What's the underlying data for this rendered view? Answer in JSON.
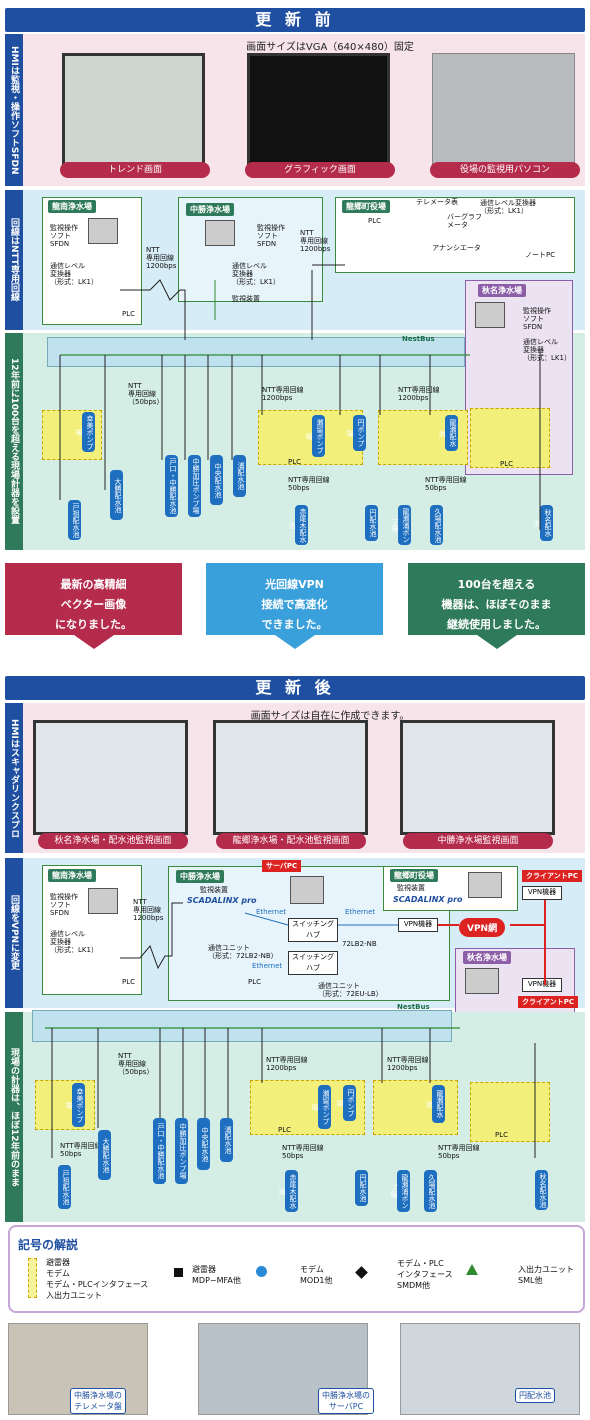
{
  "before": {
    "banner": "更 新 前",
    "hmi_side": "HMIは監視・操作ソフトSFDN",
    "screen_note": "画面サイズはVGA（640×480）固定",
    "captions": [
      "トレンド画面",
      "グラフィック画面",
      "役場の監視用パソコン"
    ],
    "line_side": "回線はNTT専用回線",
    "field_side": "12年前に100台を超える現場計器を設置",
    "stations": {
      "ryunan": {
        "title": "龍南浄水場",
        "sw": "監視操作\nソフト\nSFDN",
        "conv": "通信レベル\n変換器\n（形式：LK1）",
        "plc": "PLC"
      },
      "nakakachi": {
        "title": "中勝浄水場",
        "sw": "監視操作\nソフト\nSFDN",
        "conv": "通信レベル\n変換器\n（形式：LK1）",
        "mon": "監視装置"
      },
      "ntt1": "NTT\n専用回線\n1200bps",
      "ntt2": "NTT\n専用回線\n1200bps",
      "yakuba": {
        "title": "龍郷町役場",
        "plc": "PLC",
        "tele": "テレメータ表",
        "bar": "バーグラフ\nメータ",
        "ann": "アナンシエータ",
        "conv": "通信レベル変換器\n（形式：LK1）",
        "pc": "ノートPC"
      },
      "akina": {
        "title": "秋名浄水場",
        "sw": "監視操作\nソフト\nSFDN",
        "conv": "通信レベル\n変換器\n（形式：LK1）"
      },
      "nestbus": "NestBus"
    },
    "field_labels": [
      "NTT\n専用回線\n（50bps）",
      "NTT専用回線\n1200bps",
      "NTT専用回線\n1200bps",
      "NTT専用回線\n50bps",
      "NTT専用回線\n50bps"
    ],
    "tanks": [
      "幸美ポンプ場",
      "大勝配水池",
      "戸口・中勝配水池",
      "中勝加圧ポンプ場",
      "中央配水池",
      "浦配水池",
      "瀬留ポンプ場",
      "円ポンプ場",
      "龍瀬配水池",
      "戸祖配水池",
      "赤尾木配水池",
      "円配水池",
      "龍瀬浦ポンプ場",
      "久場配水池",
      "秋名配水池"
    ],
    "plc": "PLC"
  },
  "middle": [
    "最新の高精細\nベクター画像\nになりました。",
    "光回線VPN\n接続で高速化\nできました。",
    "100台を超える\n機器は、ほぼそのまま\n継続使用しました。"
  ],
  "after": {
    "banner": "更 新 後",
    "hmi_side": "HMIはスキャダリンクスプロ",
    "screen_note": "画面サイズは自在に作成できます。",
    "captions": [
      "秋名浄水場・配水池監視画面",
      "龍郷浄水場・配水池監視画面",
      "中勝浄水場監視画面"
    ],
    "line_side": "回線をVPNに変更",
    "field_side": "現場の計器は、ほぼ12年前のまま",
    "server_pc": "サーバPC",
    "client_pc": "クライアントPC",
    "scadalinx": "SCADALINX pro",
    "ethernet": "Ethernet",
    "switching_hub": "スイッチング\nハブ",
    "lb2nb": "72LB2-NB",
    "comm_unit1": "通信ユニット\n（形式：72LB2-NB）",
    "comm_unit2": "通信ユニット\n（形式：72EU-LB）",
    "vpn_device": "VPN機器",
    "vpn_net": "VPN網",
    "monitor": "監視装置",
    "plc": "PLC",
    "nestbus": "NestBus"
  },
  "legend": {
    "title": "記号の解説",
    "left_items": [
      "避雷器",
      "モデム",
      "モデム・PLCインタフェース",
      "入出力ユニット"
    ],
    "items": [
      {
        "label": "避雷器\nMDP−MFA他"
      },
      {
        "label": "モデム\nMOD1他"
      },
      {
        "label": "モデム・PLC\nインタフェース\nSMDM他"
      },
      {
        "label": "入出力ユニット\nSML他"
      }
    ]
  },
  "photos": [
    "中勝浄水場の\nテレメータ盤",
    "中勝浄水場の\nサーバPC",
    "円配水池"
  ]
}
